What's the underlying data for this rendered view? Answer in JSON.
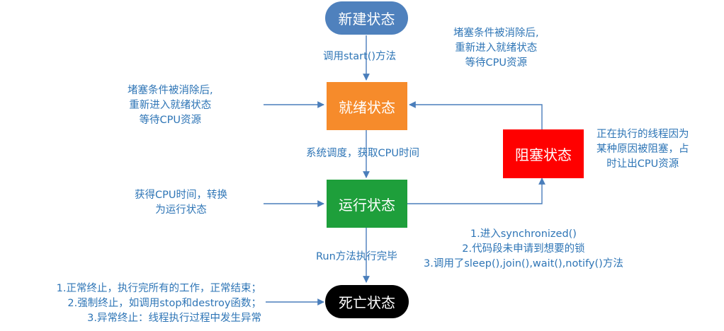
{
  "colors": {
    "text": "#2e75b6",
    "arrow": "#4a7ebb",
    "new": "#4f81bd",
    "ready": "#f68b2b",
    "running": "#1e9f3b",
    "blocked": "#ff0000",
    "dead": "#000000"
  },
  "nodes": {
    "new": "新建状态",
    "ready": "就绪状态",
    "running": "运行状态",
    "blocked": "阻塞状态",
    "dead": "死亡状态"
  },
  "labels": {
    "start": "调用start()方法",
    "schedule": "系统调度，获取CPU时间",
    "run_finish": "Run方法执行完毕",
    "unblock_top": [
      "堵塞条件被消除后,",
      "重新进入就绪状态",
      "等待CPU资源"
    ],
    "unblock_left": [
      "堵塞条件被消除后,",
      "重新进入就绪状态",
      "等待CPU资源"
    ],
    "get_cpu": [
      "获得CPU时间，转换",
      "为运行状态"
    ],
    "blocked_reason": [
      "正在执行的线程因为",
      "某种原因被阻塞，占",
      "时让出CPU资源"
    ],
    "block_causes": [
      "1.进入synchronized()",
      "2.代码段未申请到想要的锁",
      "3.调用了sleep(),join(),wait(),notify()方法"
    ],
    "dead_causes": [
      "1.正常终止，执行完所有的工作，正常结束；",
      "2.强制终止，如调用stop和destroy函数；",
      "3.异常终止：线程执行过程中发生异常"
    ]
  }
}
